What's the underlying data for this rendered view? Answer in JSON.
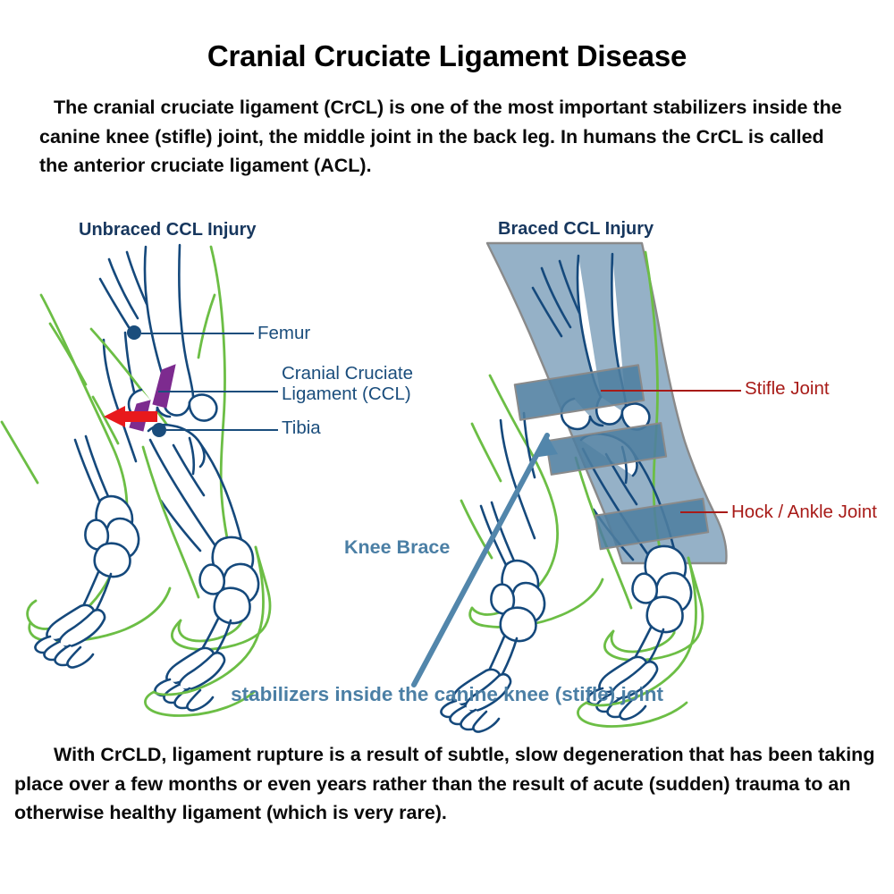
{
  "document": {
    "title": "Cranial Cruciate Ligament Disease",
    "intro_paragraph": "The cranial cruciate ligament (CrCL) is one of the most important stabilizers inside the canine knee (stifle) joint, the middle joint in the back leg. In humans the CrCL is called the anterior cruciate ligament (ACL).",
    "outro_paragraph": "With CrCLD, ligament rupture is a result of subtle, slow degeneration that has been taking place over a few months or even years rather than the result of acute (sudden) trauma to an otherwise healthy ligament (which is very rare)."
  },
  "diagrams": {
    "left": {
      "heading": "Unbraced CCL Injury",
      "labels": [
        {
          "id": "femur",
          "text": "Femur"
        },
        {
          "id": "ccl",
          "text": "Cranial Cruciate Ligament (CCL)"
        },
        {
          "id": "tibia",
          "text": "Tibia"
        }
      ],
      "annotations": {
        "arrow": "red-forward-tibial-thrust-arrow",
        "ligament": "torn-cranial-cruciate-ligament"
      }
    },
    "right": {
      "heading": "Braced CCL Injury",
      "labels": [
        {
          "id": "stifle",
          "text": "Stifle Joint"
        },
        {
          "id": "hock",
          "text": "Hock / Ankle Joint"
        }
      ],
      "brace_label": "Knee Brace"
    }
  },
  "callout": {
    "text": "stabilizers inside the canine knee (stifle) joint"
  },
  "colors": {
    "heading_navy": "#17375E",
    "label_navy": "#1A4D7C",
    "label_red": "#A81B18",
    "brace_blue": "#4B7FA5",
    "bone_outline": "#15497C",
    "skin_green": "#6CBE45",
    "ligament_purple": "#7D2B8F",
    "arrow_red": "#E8191C",
    "brace_body": "#8CAAC2",
    "brace_strap": "#4E7EA0",
    "background": "#FFFFFF",
    "body_text": "#0A0A0A"
  }
}
